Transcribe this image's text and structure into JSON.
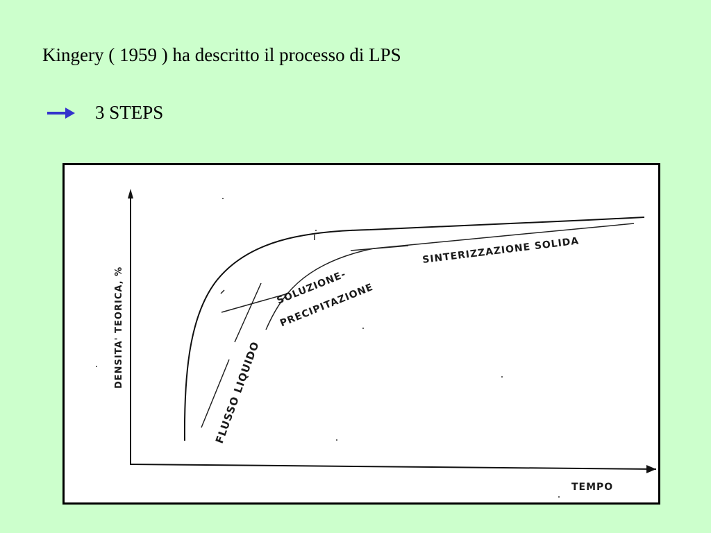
{
  "slide": {
    "title": "Kingery ( 1959 ) ha descritto il processo di LPS",
    "bullet": {
      "icon": "right-arrow-icon",
      "icon_color": "#3333cc",
      "text": "3 STEPS"
    }
  },
  "figure": {
    "y_axis_label": "DENSITA' TEORICA, %",
    "x_axis_label": "TEMPO",
    "stages": [
      {
        "label": "FLUSSO LIQUIDO"
      },
      {
        "label_lines": [
          "SOLUZIONE-",
          "PRECIPITAZIONE"
        ]
      },
      {
        "label": "SINTERIZZAZIONE  SOLIDA"
      }
    ]
  },
  "colors": {
    "background": "#ccffcc",
    "figure_background": "#ffffff",
    "ink": "#000000",
    "accent": "#3333cc"
  }
}
